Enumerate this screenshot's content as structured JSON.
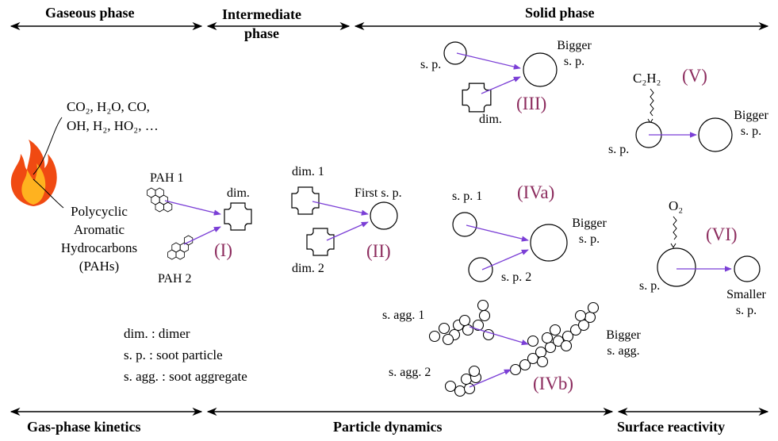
{
  "phases_top": {
    "gaseous": "Gaseous phase",
    "intermediate_line1": "Intermediate",
    "intermediate_line2": "phase",
    "solid": "Solid phase"
  },
  "phases_bottom": {
    "gas_kinetics": "Gas-phase kinetics",
    "particle_dynamics": "Particle dynamics",
    "surface_reactivity": "Surface reactivity"
  },
  "gas_products": {
    "line1": "CO₂, H₂O, CO,",
    "line2": "OH, H₂, HO₂, …"
  },
  "pah_name": {
    "line1": "Polycyclic",
    "line2": "Aromatic",
    "line3": "Hydrocarbons",
    "line4": "(PAHs)"
  },
  "step_I": {
    "pah1": "PAH 1",
    "pah2": "PAH 2",
    "product": "dim.",
    "numeral": "(I)"
  },
  "step_II": {
    "dim1": "dim. 1",
    "dim2": "dim. 2",
    "product": "First s. p.",
    "numeral": "(II)"
  },
  "step_III": {
    "sp": "s. p.",
    "dim": "dim.",
    "product_line1": "Bigger",
    "product_line2": "s. p.",
    "numeral": "(III)"
  },
  "step_IVa": {
    "sp1": "s. p. 1",
    "sp2": "s. p. 2",
    "product_line1": "Bigger",
    "product_line2": "s. p.",
    "numeral": "(IVa)"
  },
  "step_IVb": {
    "sagg1": "s. agg. 1",
    "sagg2": "s. agg. 2",
    "product_line1": "Bigger",
    "product_line2": "s. agg.",
    "numeral": "(IVb)"
  },
  "step_V": {
    "reactant": "C₂H₂",
    "sp": "s. p.",
    "product_line1": "Bigger",
    "product_line2": "s. p.",
    "numeral": "(V)"
  },
  "step_VI": {
    "reactant": "O₂",
    "sp": "s. p.",
    "product_line1": "Smaller",
    "product_line2": "s. p.",
    "numeral": "(VI)"
  },
  "legend": {
    "dim": "dim. : dimer",
    "sp": "s. p. : soot particle",
    "sagg": "s. agg. : soot aggregate"
  },
  "colors": {
    "arrow": "#7b3fd6",
    "numeral": "#8c2c5e",
    "flame_outer": "#f04a12",
    "flame_inner": "#ffb21f"
  }
}
